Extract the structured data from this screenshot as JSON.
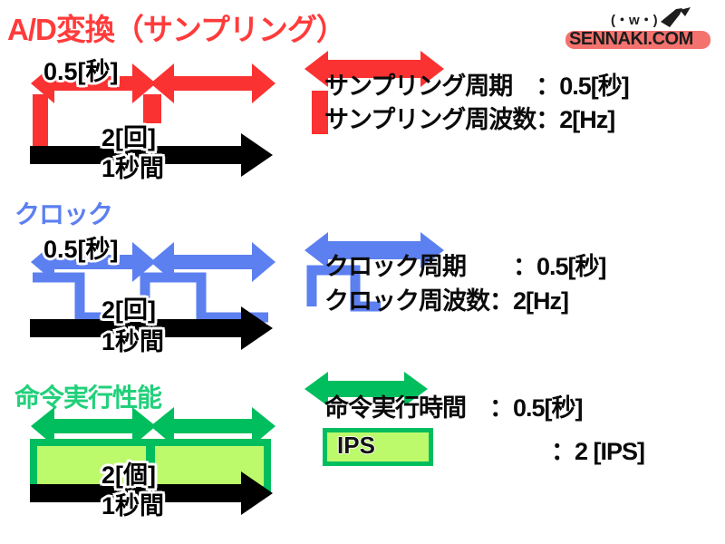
{
  "page": {
    "title": "A/D変換（サンプリング）",
    "background": "#ffffff"
  },
  "logo": {
    "name": "SENNAKI.COM",
    "face": "(・w・)",
    "brush_color": "#f4726e"
  },
  "colors": {
    "red": "#fa3232",
    "blue": "#5c80f0",
    "green": "#00be5e",
    "green_light": "#bdfa6b",
    "green_heading": "#22d07a",
    "black": "#000000",
    "title_red": "#ff3b3b"
  },
  "sections": [
    {
      "id": "ad-sampling",
      "heading": "A/D変換（サンプリング）",
      "heading_color": "#ff3b3b",
      "accent": "#fa3232",
      "diagram": {
        "period_label": "0.5[秒]",
        "count_label": "2[回]",
        "duration_label": "1秒間",
        "pulses": 2
      },
      "legend": [
        {
          "icon": "left-arrow-icon",
          "label": "サンプリング周期",
          "sep": "：",
          "value": "0.5[秒]"
        },
        {
          "icon": "red-bar-icon",
          "label": "サンプリング周波数",
          "sep": "：",
          "value": "2[Hz]"
        }
      ]
    },
    {
      "id": "clock",
      "heading": "クロック",
      "heading_color": "#5c80f0",
      "accent": "#5c80f0",
      "diagram": {
        "period_label": "0.5[秒]",
        "count_label": "2[回]",
        "duration_label": "1秒間",
        "pulses": 2
      },
      "legend": [
        {
          "icon": "left-arrow-icon",
          "label": "クロック周期",
          "sep": "：",
          "value": "0.5[秒]"
        },
        {
          "icon": "blue-pulse-icon",
          "label": "クロック周波数",
          "sep": "：",
          "value": "2[Hz]"
        }
      ]
    },
    {
      "id": "instruction-performance",
      "heading": "命令実行性能",
      "heading_color": "#22d07a",
      "accent": "#00be5e",
      "diagram": {
        "period_label": "",
        "count_label": "2[個]",
        "duration_label": "1秒間",
        "pulses": 2
      },
      "legend": [
        {
          "icon": "left-arrow-icon",
          "label": "命令実行時間",
          "sep": "：",
          "value": "0.5[秒]"
        },
        {
          "icon": "ips-box-icon",
          "label": "IPS",
          "sep": "：",
          "value": "2 [IPS]"
        }
      ]
    }
  ],
  "legend_text": {
    "s1l1": "サンプリング周期　：0.5[秒]",
    "s1l2": "サンプリング周波数：2[Hz]",
    "s2l1": "クロック周期　　：0.5[秒]",
    "s2l2": "クロック周波数：2[Hz]",
    "s3l1": "命令実行時間　：0.5[秒]",
    "s3l2": "：2 [IPS]",
    "s3box": "IPS"
  },
  "diagram_labels": {
    "s1_period": "0.5[秒]",
    "s1_count": "2[回]",
    "s1_duration": "1秒間",
    "s2_period": "0.5[秒]",
    "s2_count": "2[回]",
    "s2_duration": "1秒間",
    "s3_count": "2[個]",
    "s3_duration": "1秒間"
  }
}
